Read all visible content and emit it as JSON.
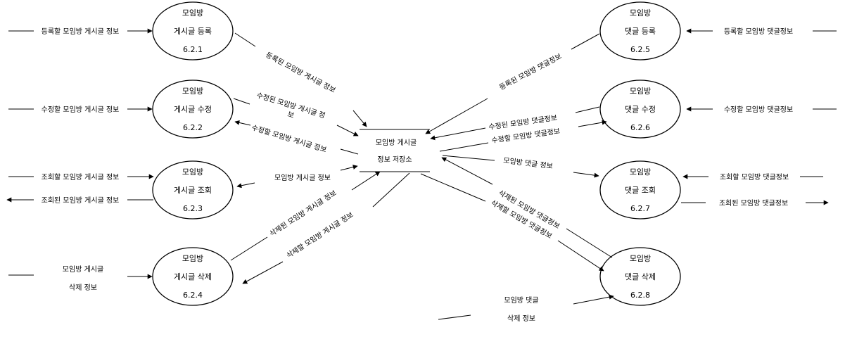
{
  "store": {
    "line1": "모임방 게시글",
    "line2": "정보 저장소"
  },
  "processes": [
    {
      "key": "p621",
      "line1": "모임방",
      "line2": "게시글 등록",
      "id": "6.2.1"
    },
    {
      "key": "p622",
      "line1": "모임방",
      "line2": "게시글 수정",
      "id": "6.2.2"
    },
    {
      "key": "p623",
      "line1": "모임방",
      "line2": "게시글 조회",
      "id": "6.2.3"
    },
    {
      "key": "p624",
      "line1": "모임방",
      "line2": "게시글 삭제",
      "id": "6.2.4"
    },
    {
      "key": "p625",
      "line1": "모임방",
      "line2": "댓글 등록",
      "id": "6.2.5"
    },
    {
      "key": "p626",
      "line1": "모임방",
      "line2": "댓글 수정",
      "id": "6.2.6"
    },
    {
      "key": "p627",
      "line1": "모임방",
      "line2": "댓글 조회",
      "id": "6.2.7"
    },
    {
      "key": "p628",
      "line1": "모임방",
      "line2": "댓글 삭제",
      "id": "6.2.8"
    }
  ],
  "flow_labels": {
    "in_register_post": "등록할 모임방 게시글 정보",
    "in_modify_post": "수정할 모임방 게시글 정보",
    "in_view_post": "조회할 모임방 게시글 정보",
    "out_viewed_post": "조회된 모임방 게시글 정보",
    "in_delete_post_1": "모임방 게시글",
    "in_delete_post_2": "삭제 정보",
    "in_register_comment": "등록할 모임방 댓글정보",
    "in_modify_comment": "수정할 모임방 댓글정보",
    "in_view_comment": "조회할 모임방 댓글정보",
    "out_viewed_comment": "조회된 모임방 댓글정보",
    "in_delete_comment_1": "모임방 댓글",
    "in_delete_comment_2": "삭제 정보",
    "registered_post": "등록된 모임방 게시글 정보",
    "modified_post_1": "수정된 모임방 게시글 정",
    "modified_post_2": "보",
    "to_modify_post": "수정할 모임방 게시글 정보",
    "post_info": "모임방 게시글 정보",
    "deleted_post": "삭제된 모임방 게시글 정보",
    "to_delete_post": "삭제할 모임방 게시글 정보",
    "registered_comment": "등록된 모임방 댓글정보",
    "modified_comment": "수정된 모임방 댓글정보",
    "to_modify_comment": "수정할 모임방 댓글정보",
    "comment_info": "모임방 댓글 정보",
    "deleted_comment": "삭제된 모임방 댓글정보",
    "to_delete_comment": "삭제할 모임방 댓글정보"
  }
}
